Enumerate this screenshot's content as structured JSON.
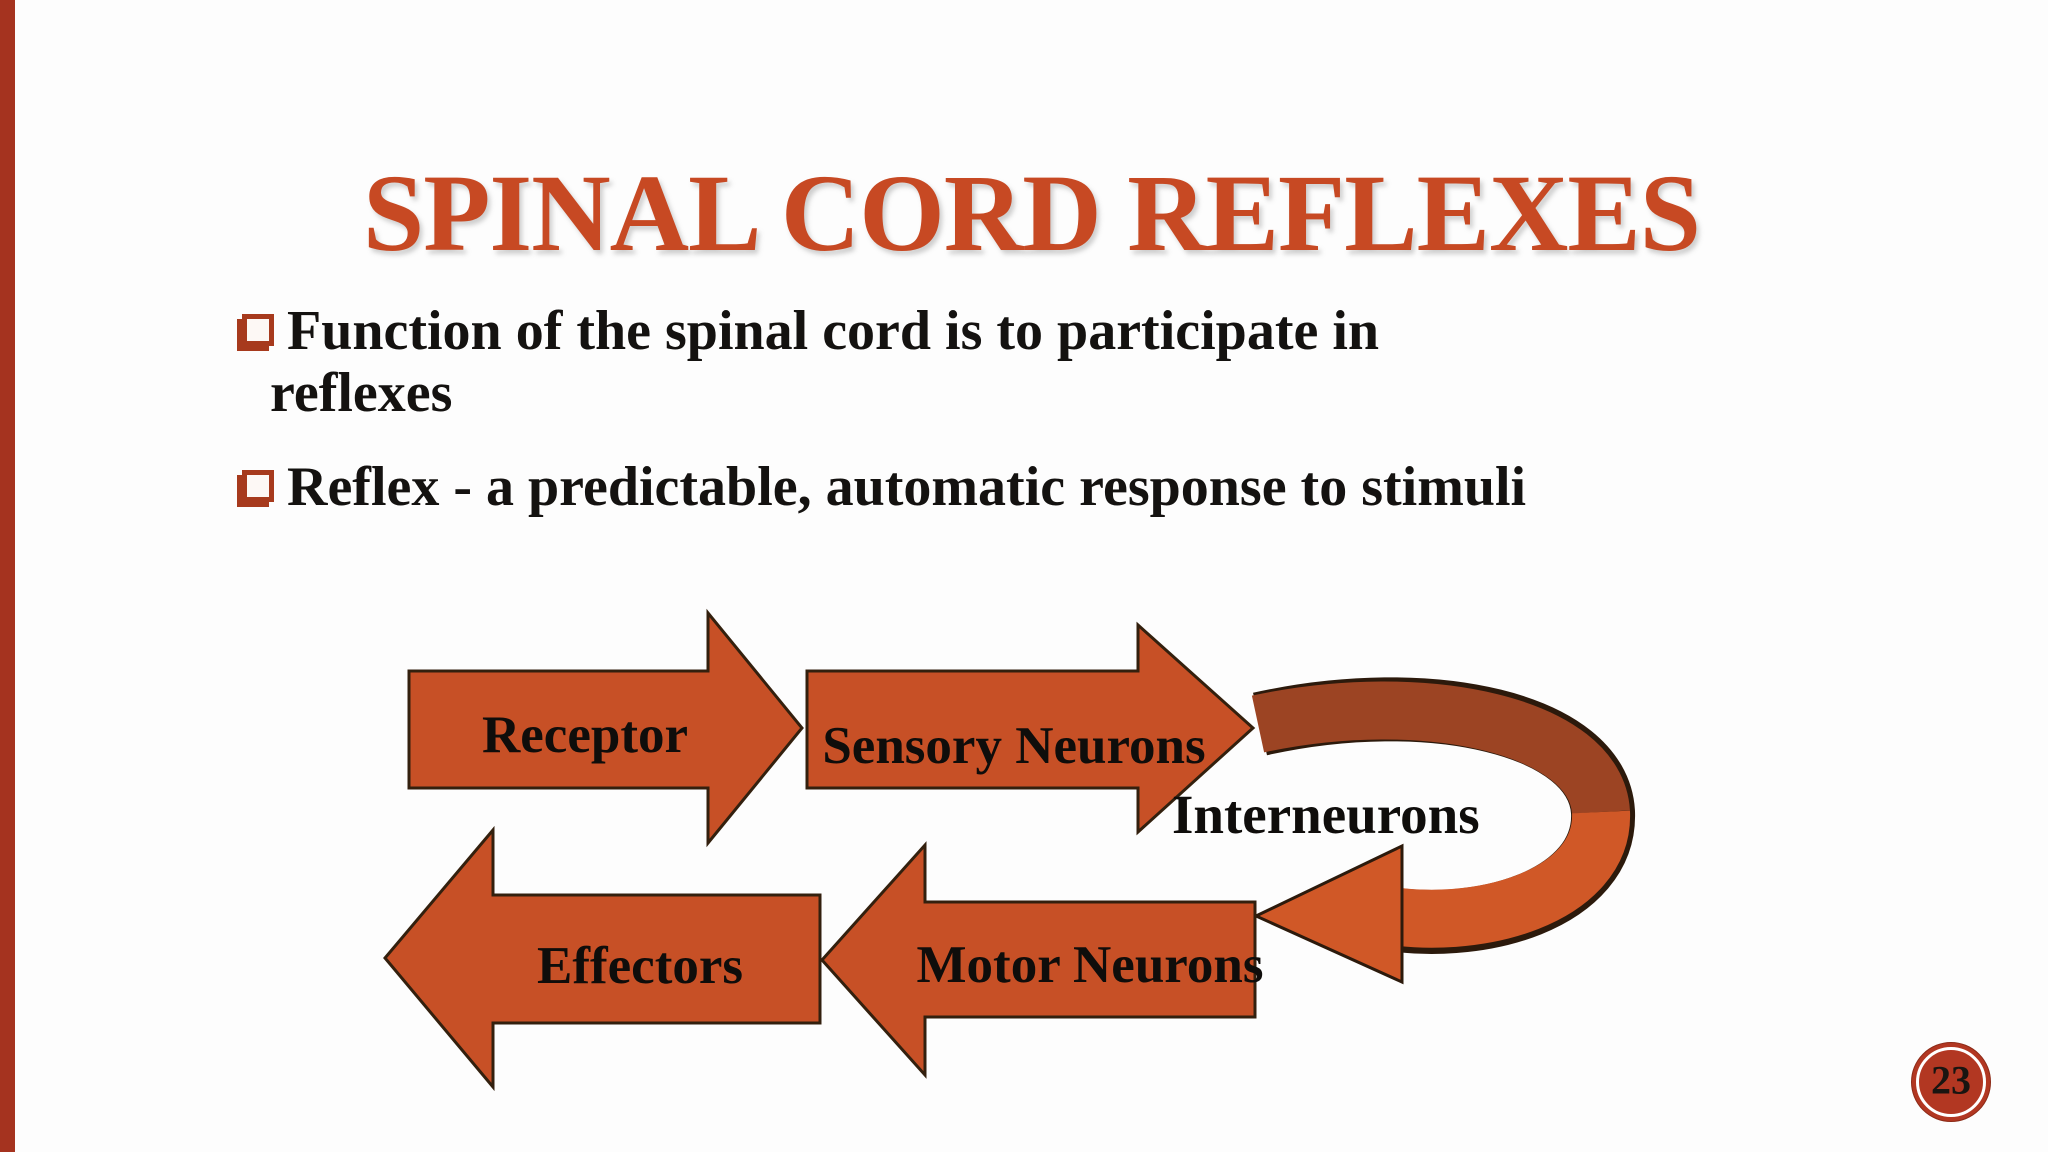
{
  "slide": {
    "title": "SPINAL CORD REFLEXES",
    "page_number": "23",
    "bullets": [
      {
        "lines": [
          "Function of the spinal cord is to participate in",
          "reflexes"
        ]
      },
      {
        "lines": [
          "Reflex - a predictable, automatic response to stimuli"
        ]
      }
    ],
    "diagram": {
      "receptor": "Receptor",
      "sensory": "Sensory Neurons",
      "interneurons": "Interneurons",
      "motor": "Motor Neurons",
      "effectors": "Effectors"
    },
    "colors": {
      "title_accent": "#c74923",
      "left_bar": "#a5331f",
      "arrow_fill": "#c75026",
      "arrow_outline": "#33200e",
      "loop_dark": "#9c4423",
      "loop_light": "#d05827",
      "bullet_square": "#a73a1d",
      "badge_fill": "#b23722",
      "text": "#141210"
    }
  }
}
